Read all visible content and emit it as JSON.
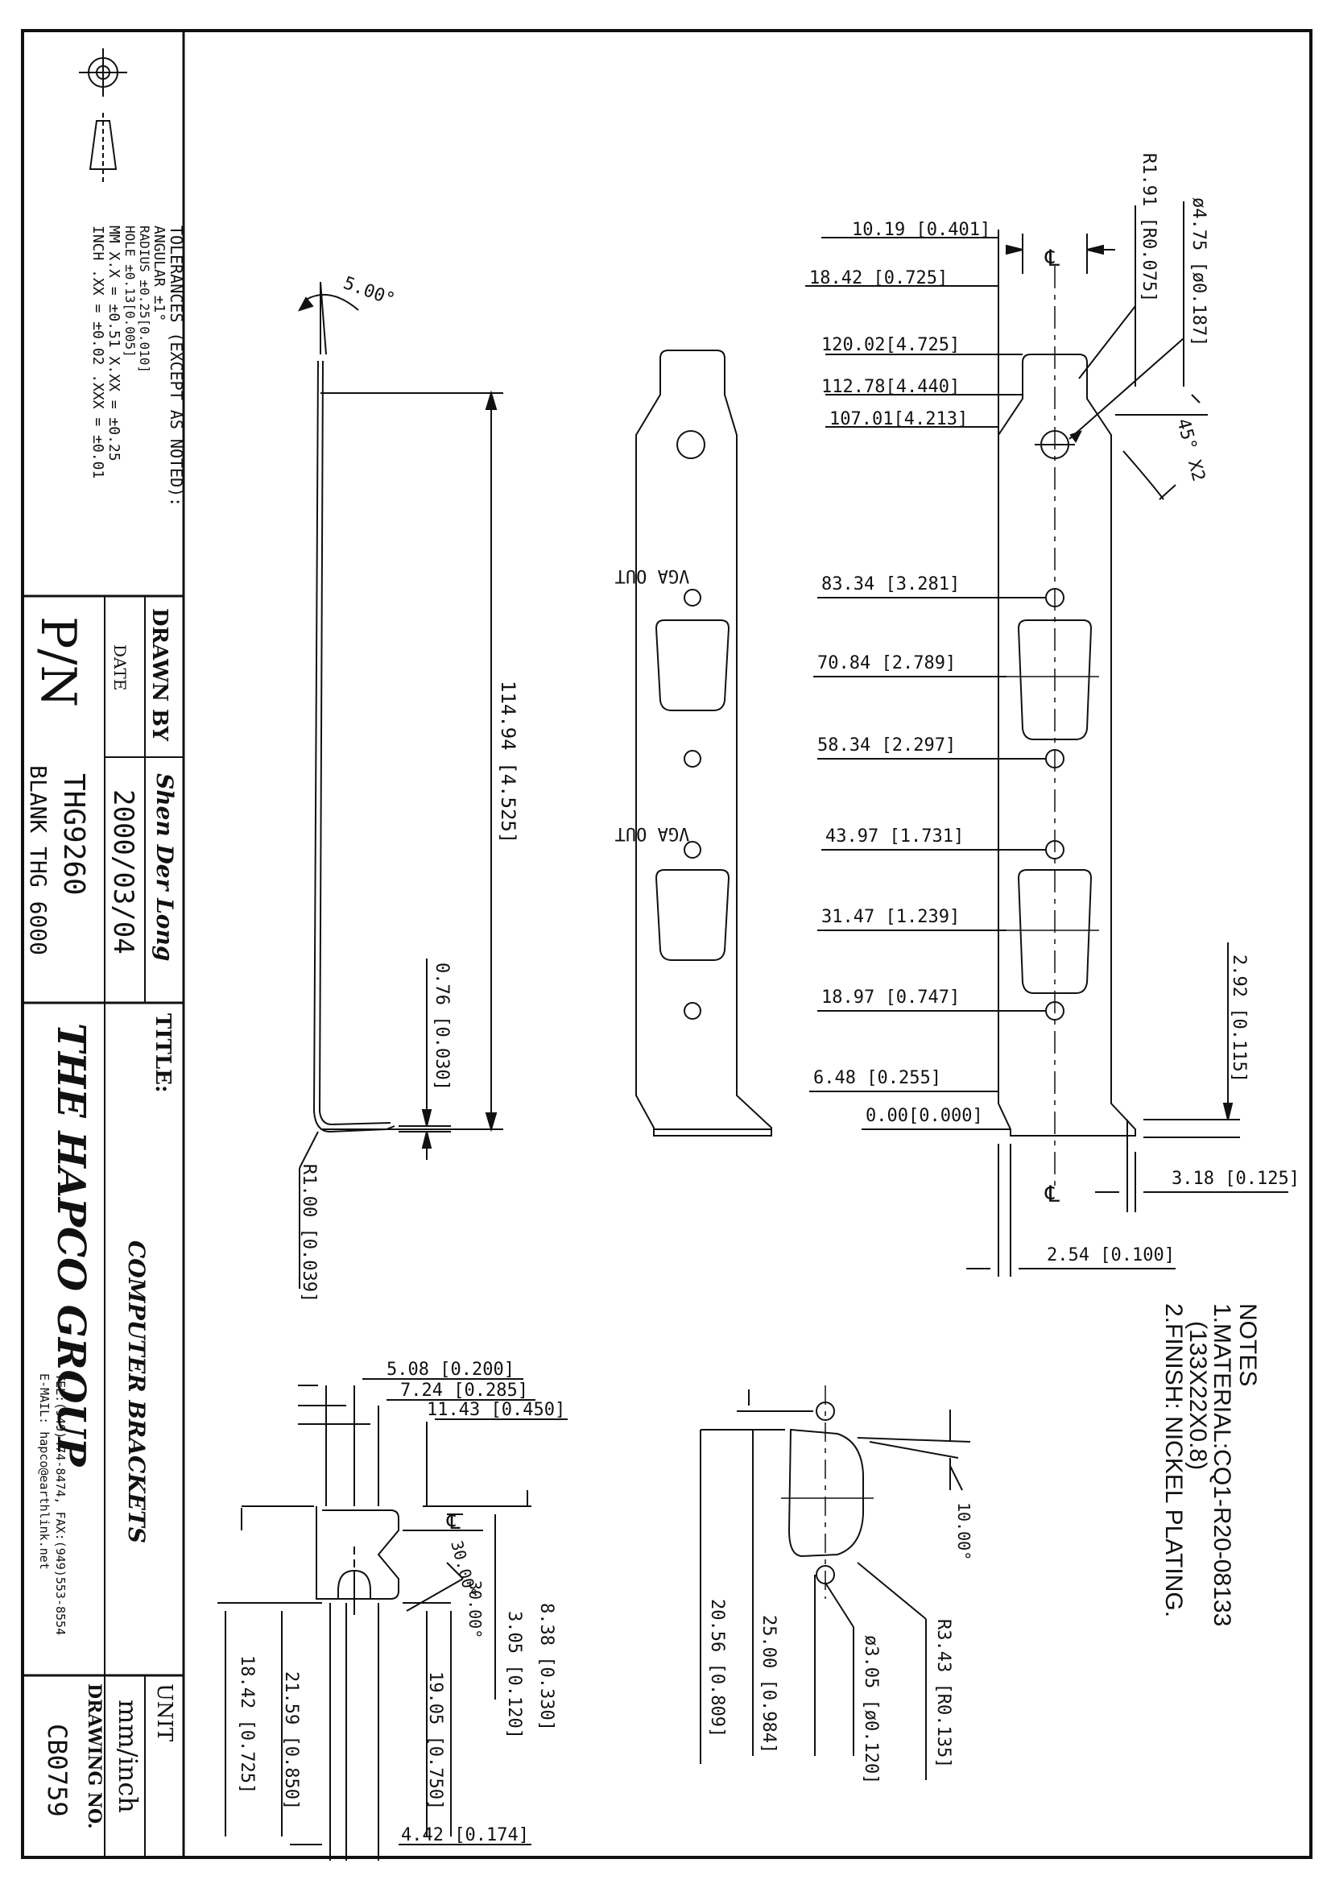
{
  "title_block": {
    "tolerances_header": "TOLERANCES (EXCEPT AS NOTED):",
    "tol_angular": "ANGULAR ±1°",
    "tol_radius": "RADIUS ±0.25[0.010]",
    "tol_hole": "HOLE ±0.13[0.005]",
    "tol_mm": "MM X.X = ±0.51 X.XX = ±0.25",
    "tol_inch": "INCH .XX = ±0.02 .XXX = ±0.01",
    "drawn_by_label": "DRAWN BY",
    "drawn_by_value": "Shen Der Long",
    "date_label": "DATE",
    "date_value": "2000/03/04",
    "pn_label": "P/N",
    "pn_value": "THG9260",
    "pn_blank": "BLANK THG 6000",
    "title_label": "TITLE:",
    "title_value": "COMPUTER BRACKETS",
    "company": "THE HAPCO GROUP",
    "tel": "TEL:(949)474-8474, FAX:(949)553-8554",
    "email": "E-MAIL: hapco@earthlink.net",
    "unit_label": "UNIT",
    "unit_value": "mm/inch",
    "drawing_no_label": "DRAWING NO.",
    "drawing_no_value": "CB0759"
  },
  "side_view": {
    "angle": "5.00°",
    "height": "114.94 [4.525]",
    "thickness": "0.76 [0.030]",
    "radius": "R1.00 [0.039]"
  },
  "front_view": {
    "connector_label_1": "VGA OUT",
    "connector_label_2": "VGA OUT"
  },
  "dim_view": {
    "d1019": "10.19 [0.401]",
    "d1842": "18.42 [0.725]",
    "d12002": "120.02[4.725]",
    "d11278": "112.78[4.440]",
    "d10701": "107.01[4.213]",
    "d8334": "83.34 [3.281]",
    "d7084": "70.84 [2.789]",
    "d5834": "58.34 [2.297]",
    "d4397": "43.97 [1.731]",
    "d3147": "31.47 [1.239]",
    "d1897": "18.97 [0.747]",
    "d648": "6.48 [0.255]",
    "d000": "0.00[0.000]",
    "r191": "R1.91 [R0.075]",
    "dia475": "ø4.75 [ø0.187]",
    "ang45": "45° X2",
    "d292": "2.92 [0.115]",
    "d318": "3.18 [0.125]",
    "d254": "2.54 [0.100]",
    "cl": "℄"
  },
  "notes": {
    "header": "NOTES",
    "n1": "1.MATERIAL:CQ1-R20-08133",
    "n1b": "(133X22X0.8)",
    "n2": "2.FINISH: NICKEL PLATING."
  },
  "detail_tab": {
    "d508": "5.08 [0.200]",
    "d724": "7.24 [0.285]",
    "d1143": "11.43 [0.450]",
    "ang30a": "30.00°",
    "ang30b": "30.00°",
    "d838": "8.38 [0.330]",
    "d305": "3.05 [0.120]",
    "d1905": "19.05 [0.750]",
    "d2159": "21.59 [0.850]",
    "d1842": "18.42 [0.725]",
    "d442": "4.42 [0.174]"
  },
  "detail_conn": {
    "ang10": "10.00°",
    "r343": "R3.43 [R0.135]",
    "dia305": "ø3.05 [ø0.120]",
    "d2500": "25.00 [0.984]",
    "d2056": "20.56 [0.809]"
  }
}
